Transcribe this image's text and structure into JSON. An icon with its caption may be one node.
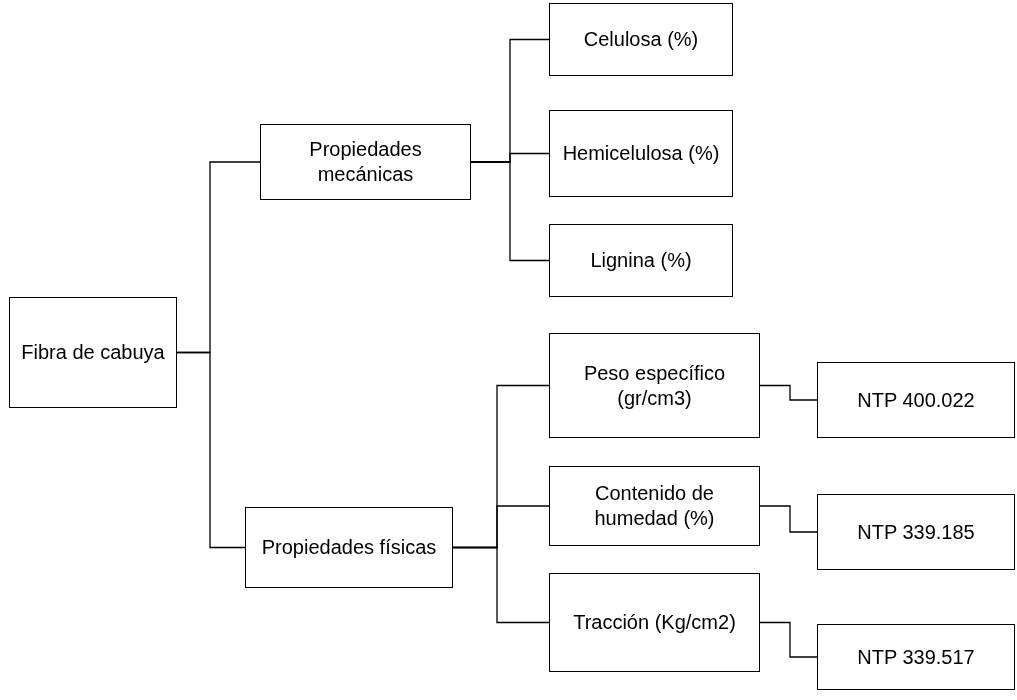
{
  "diagram": {
    "nodes": [
      {
        "text": [
          "Fibra de cabuya"
        ]
      },
      {
        "text": [
          "Propiedades mecánicas"
        ]
      },
      {
        "text": [
          "Propiedades físicas"
        ]
      },
      {
        "text": [
          "Celulosa (%)"
        ]
      },
      {
        "text": [
          "Hemicelulosa (%)"
        ]
      },
      {
        "text": [
          "Lignina (%)"
        ]
      },
      {
        "text": [
          "Peso específico (gr/cm3)"
        ]
      },
      {
        "text": [
          "Contenido de humedad (%)"
        ]
      },
      {
        "text": [
          "Tracción (Kg/cm2)"
        ]
      },
      {
        "text": [
          "NTP 400.022"
        ]
      },
      {
        "text": [
          "NTP 339.185"
        ]
      },
      {
        "text": [
          "NTP 339.517"
        ]
      }
    ],
    "edges": [
      {
        "from": 0,
        "to": 1,
        "arrow": "none"
      },
      {
        "from": 0,
        "to": 2,
        "arrow": "none"
      },
      {
        "from": 1,
        "to": 3,
        "arrow": "none"
      },
      {
        "from": 1,
        "to": 4,
        "arrow": "none"
      },
      {
        "from": 1,
        "to": 5,
        "arrow": "none"
      },
      {
        "from": 2,
        "to": 6,
        "arrow": "none"
      },
      {
        "from": 2,
        "to": 7,
        "arrow": "none"
      },
      {
        "from": 2,
        "to": 8,
        "arrow": "none"
      },
      {
        "from": 6,
        "to": 9,
        "arrow": "none"
      },
      {
        "from": 7,
        "to": 10,
        "arrow": "none"
      },
      {
        "from": 8,
        "to": 11,
        "arrow": "none"
      }
    ]
  }
}
